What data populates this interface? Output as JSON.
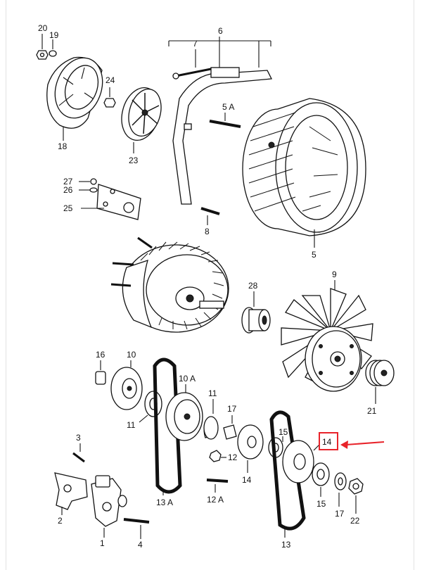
{
  "labels": {
    "p1": "1",
    "p2": "2",
    "p3": "3",
    "p4": "4",
    "p5": "5",
    "p5a": "5 A",
    "p6": "6",
    "p7": "7",
    "p8": "8",
    "p9": "9",
    "p10": "10",
    "p10a": "10 A",
    "p11a": "11",
    "p11b": "11",
    "p12": "12",
    "p12a": "12 A",
    "p13": "13",
    "p13a": "13 A",
    "p14": "14",
    "p14b": "14",
    "p15a": "15",
    "p15b": "15",
    "p16": "16",
    "p17a": "17",
    "p17b": "17",
    "p18": "18",
    "p19": "19",
    "p20": "20",
    "p21": "21",
    "p22": "22",
    "p23": "23",
    "p24": "24",
    "p25": "25",
    "p26": "26",
    "p27": "27",
    "p28": "28"
  },
  "highlight": {
    "part": "14",
    "box_color": "#e8232a",
    "arrow_color": "#e8232a"
  }
}
